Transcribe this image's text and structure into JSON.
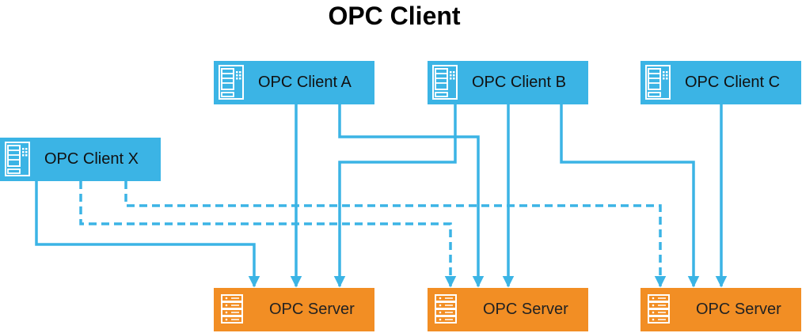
{
  "title": "OPC Client",
  "colors": {
    "client_fill": "#3bb4e5",
    "server_fill": "#f28e24",
    "connector": "#3bb4e5",
    "client_icon": "#ffffff",
    "server_icon": "#ffffff"
  },
  "clients": [
    {
      "id": "client_a",
      "label": "OPC Client A",
      "icon": "vending-terminal-icon"
    },
    {
      "id": "client_b",
      "label": "OPC Client B",
      "icon": "vending-terminal-icon"
    },
    {
      "id": "client_c",
      "label": "OPC Client C",
      "icon": "vending-terminal-icon"
    },
    {
      "id": "client_x",
      "label": "OPC Client X",
      "icon": "vending-terminal-icon"
    }
  ],
  "servers": [
    {
      "id": "server_1",
      "label": "OPC Server",
      "icon": "server-rack-icon"
    },
    {
      "id": "server_2",
      "label": "OPC Server",
      "icon": "server-rack-icon"
    },
    {
      "id": "server_3",
      "label": "OPC Server",
      "icon": "server-rack-icon"
    }
  ],
  "connections": [
    {
      "from": "client_a",
      "to": "server_1",
      "style": "solid"
    },
    {
      "from": "client_a",
      "to": "server_2",
      "style": "solid"
    },
    {
      "from": "client_b",
      "to": "server_1",
      "style": "solid"
    },
    {
      "from": "client_b",
      "to": "server_2",
      "style": "solid"
    },
    {
      "from": "client_b",
      "to": "server_3",
      "style": "solid"
    },
    {
      "from": "client_c",
      "to": "server_3",
      "style": "solid"
    },
    {
      "from": "client_x",
      "to": "server_1",
      "style": "solid"
    },
    {
      "from": "client_x",
      "to": "server_2",
      "style": "dashed"
    },
    {
      "from": "client_x",
      "to": "server_3",
      "style": "dashed"
    }
  ]
}
